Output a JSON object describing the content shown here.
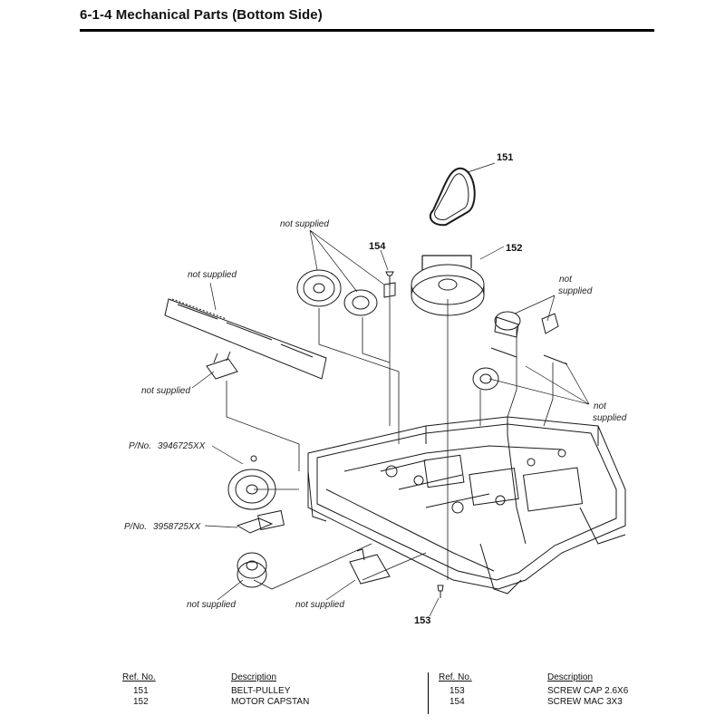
{
  "header": {
    "title": "6-1-4  Mechanical Parts (Bottom Side)"
  },
  "labels": {
    "not_supplied": "not supplied",
    "not_line1": "not",
    "supplied_line2": "supplied",
    "pno_1_prefix": "P/No.",
    "pno_1_value": "3946725XX",
    "pno_2_prefix": "P/No.",
    "pno_2_value": "3958725XX",
    "ref_151": "151",
    "ref_152": "152",
    "ref_153": "153",
    "ref_154": "154"
  },
  "parts_table": {
    "col_ref": "Ref. No.",
    "col_desc": "Description",
    "left": [
      {
        "ref": "151",
        "desc": "BELT-PULLEY"
      },
      {
        "ref": "152",
        "desc": "MOTOR CAPSTAN"
      }
    ],
    "right": [
      {
        "ref": "153",
        "desc": "SCREW CAP 2.6X6"
      },
      {
        "ref": "154",
        "desc": "SCREW MAC 3X3"
      }
    ]
  }
}
